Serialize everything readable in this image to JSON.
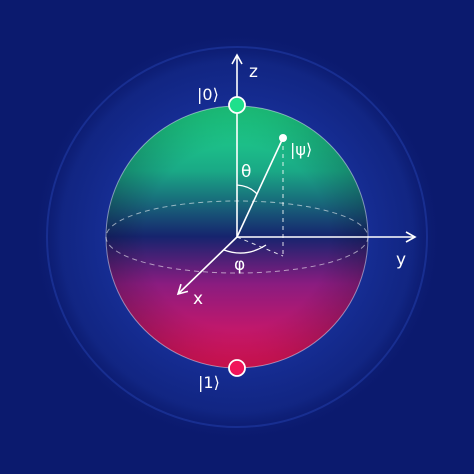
{
  "diagram": {
    "axes": {
      "z_label": "z",
      "y_label": "y",
      "x_label": "x"
    },
    "states": {
      "zero_label": "|0⟩",
      "one_label": "|1⟩",
      "psi_label": "|ψ⟩"
    },
    "angles": {
      "theta_label": "θ",
      "phi_label": "φ"
    },
    "colors": {
      "background": "#0b1a6e",
      "north_pole": "#1fe08c",
      "south_pole": "#f0145a",
      "equator": "#16246e",
      "glow": "#2b4fd6",
      "lines": "#ffffff"
    }
  }
}
